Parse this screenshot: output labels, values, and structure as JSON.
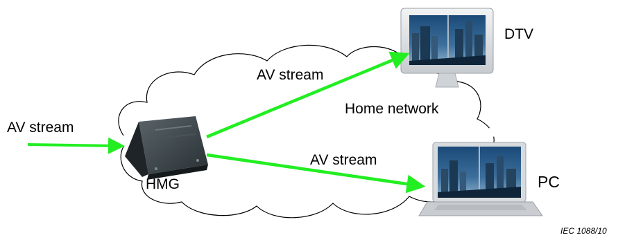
{
  "labels": {
    "input_stream": "AV stream",
    "stream_to_dtv": "AV stream",
    "stream_to_pc": "AV stream",
    "network": "Home network",
    "gateway": "HMG",
    "tv": "DTV",
    "computer": "PC",
    "reference": "IEC   1088/10"
  },
  "colors": {
    "arrow": "#22ee22",
    "cloud_stroke": "#000000",
    "device_dark": "#2c3438"
  },
  "icons": [
    "home-network-cloud",
    "gateway-device-icon",
    "dtv-monitor-icon",
    "laptop-pc-icon"
  ]
}
